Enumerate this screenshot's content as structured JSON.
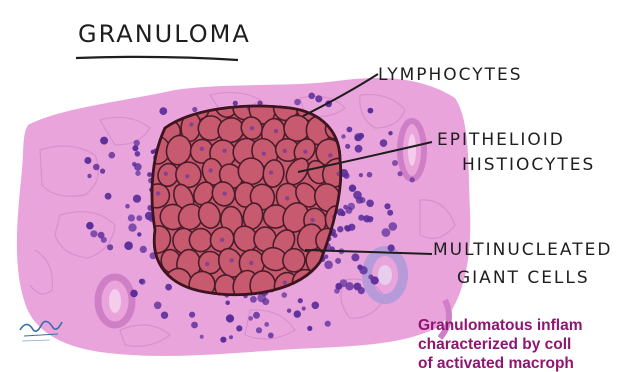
{
  "title": "GRANULOMA",
  "labels": {
    "lymphocytes": "LYMPHOCYTES",
    "epithelioid_1": "EPITHELIOID",
    "epithelioid_2": "HISTIOCYTES",
    "giant_1": "MULTINUCLEATED",
    "giant_2": "GIANT CELLS"
  },
  "caption": {
    "line1": "Granulomatous inflam",
    "line2": "characterized by coll",
    "line3": "of activated macroph"
  },
  "colors": {
    "tissue": "#e9a4dc",
    "tissue_dark": "#d989cf",
    "lymphocyte": "#5a2d9a",
    "histiocyte": "#c85a70",
    "cell_border": "#4a1c2a",
    "caption": "#8f1670"
  }
}
